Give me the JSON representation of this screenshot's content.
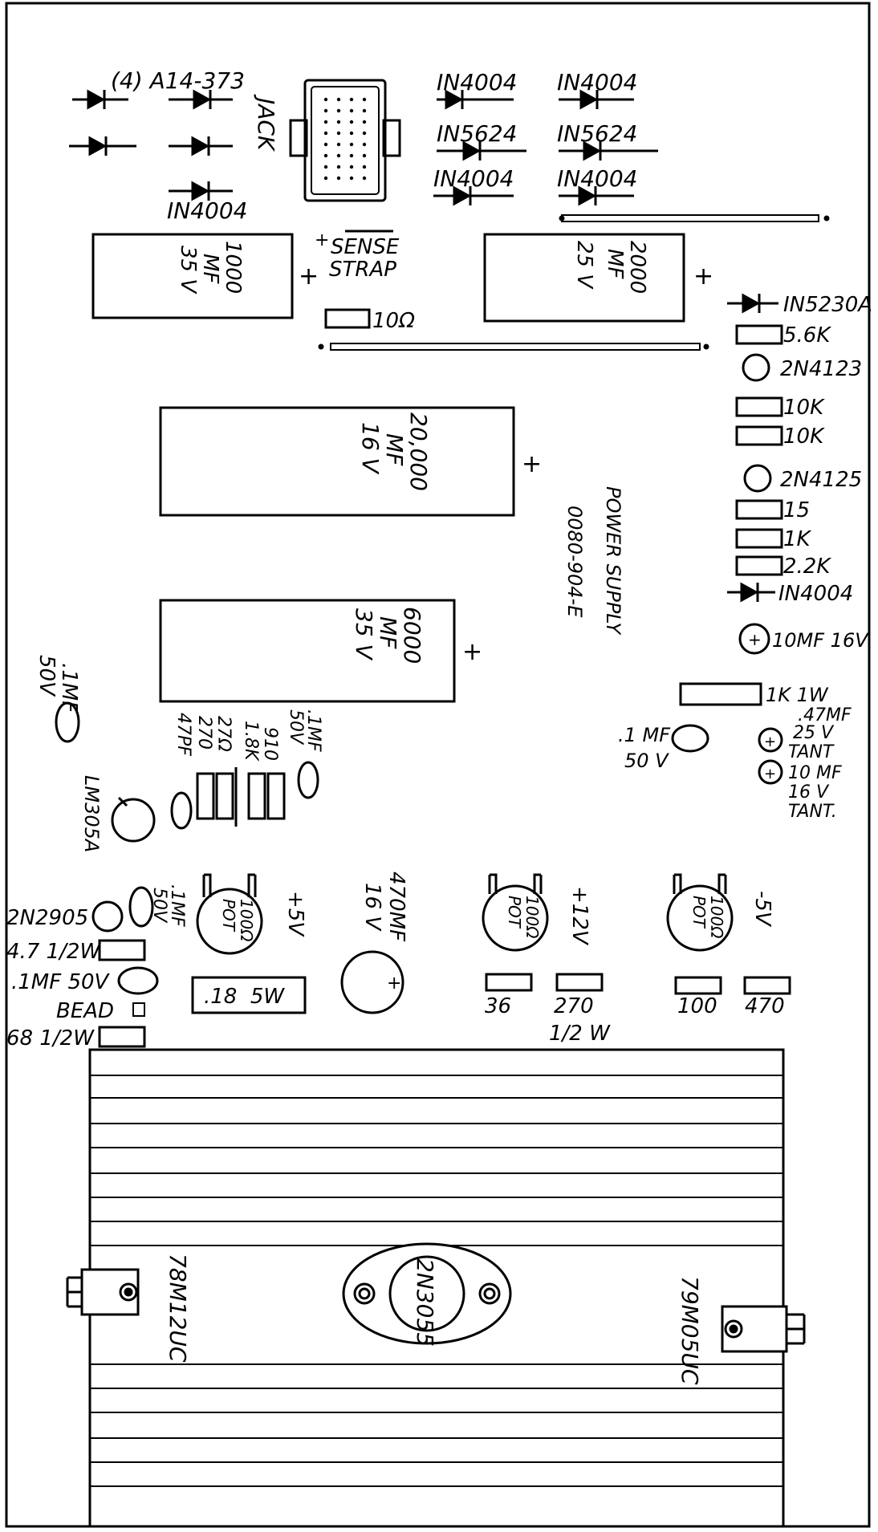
{
  "title": "POWER SUPPLY",
  "part_number": "0080-904-E",
  "connector": {
    "label": "JACK"
  },
  "sense_strap": {
    "plus": "+",
    "label1": "SENSE",
    "label2": "STRAP"
  },
  "diodes_top": {
    "group_label": "(4) A14-373",
    "left_bottom": "IN4004",
    "row1_left": "IN4004",
    "row1_right": "IN4004",
    "row2_left": "IN5624",
    "row2_right": "IN5624",
    "row3_left": "IN4004",
    "row3_right": "IN4004"
  },
  "capacitors": {
    "c1000": [
      "1000",
      "MF",
      "35 V"
    ],
    "c2000": [
      "2000",
      "MF",
      "25 V"
    ],
    "c20000": [
      "20,000",
      "MF",
      "16 V"
    ],
    "c6000": [
      "6000",
      "MF",
      "35 V"
    ],
    "plus": "+"
  },
  "resistor_10ohm": "10Ω",
  "right_column": {
    "d_5230": "IN5230A",
    "r_5k6": "5.6K",
    "q_4123": "2N4123",
    "r_10k_a": "10K",
    "r_10k_b": "10K",
    "q_4125": "2N4125",
    "r_15": "15",
    "r_1k": "1K",
    "r_2k2": "2.2K",
    "d_4004": "IN4004",
    "c_10mf": "10MF 16V"
  },
  "mid_right": {
    "r_1k_1w": "1K 1W",
    "c_01_label1": ".1 MF",
    "c_01_label2": "50 V",
    "tant1": [
      ".47MF",
      "25 V",
      "TANT"
    ],
    "tant2": [
      "10 MF",
      "16 V",
      "TANT."
    ]
  },
  "left_side": {
    "c_1mf_edge": [
      ".1MF",
      "50V"
    ],
    "lm": "LM305A",
    "labels_vertical": [
      "47PF",
      "270",
      "27Ω",
      "1.8K",
      "910"
    ],
    "c_1mf_vert": [
      ".1MF",
      "50V"
    ],
    "q_2905": "2N2905",
    "r_47": "4.7 1/2W",
    "c_1mf_50": ".1MF 50V",
    "bead": "BEAD",
    "r_68": "68 1/2W",
    "c_1mf_vert2": [
      ".1MF",
      "50V"
    ]
  },
  "pots": {
    "pot_label": [
      "100Ω",
      "POT"
    ],
    "p5": "+5V",
    "p12": "+12V",
    "pm5": "-5V"
  },
  "cap_470": [
    "470MF",
    "16 V"
  ],
  "r_018": ".18  5W",
  "bottom_resistors": {
    "r36": "36",
    "r270": "270",
    "r270_w": "1/2 W",
    "r100": "100",
    "r470": "470"
  },
  "heatsink": {
    "transistor": "2N3055",
    "reg_left": "78M12UC",
    "reg_right": "79M05UC"
  }
}
